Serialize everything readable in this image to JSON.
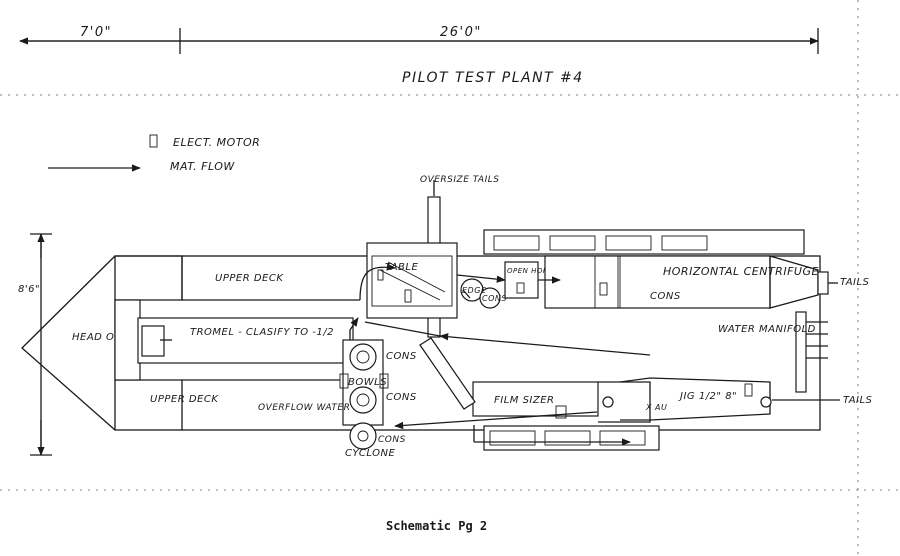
{
  "title": "PILOT TEST PLANT #4",
  "dimensions": {
    "front": "7'0\"",
    "main": "26'0\"",
    "width": "8'6\""
  },
  "legend": [
    {
      "symbol": "rectangle",
      "label": "ELECT. MOTOR"
    },
    {
      "symbol": "arrow",
      "label": "MAT. FLOW"
    }
  ],
  "labels": {
    "oversize_tails": "OVERSIZE TAILS",
    "upper_deck_top": "UPPER DECK",
    "upper_deck_bottom": "UPPER DECK",
    "table": "TABLE",
    "horizontal_centrifuge": "HORIZONTAL CENTRIFUGE",
    "centrifuge_cons": "CONS",
    "open_hopper": "OPEN HOPPER",
    "tails_top": "TAILS",
    "tails_bottom": "TAILS",
    "head_ore_feed": "HEAD ORE FEED",
    "trommel": "TROMEL - CLASIFY TO -1/2",
    "water_manifold": "WATER MANIFOLD",
    "bowls": "BOWLS",
    "cons_bowl_top": "CONS",
    "cons_bowl_bottom": "CONS",
    "cons_cyclone": "CONS",
    "cons_table": "CONS",
    "overflow_water": "OVERFLOW WATER",
    "cyclone": "CYCLONE",
    "film_sizer": "FILM SIZER",
    "jig": "JIG 1/2\" 8\"",
    "au": "X AU",
    "edge": "EDGE"
  },
  "caption": "Schematic Pg 2",
  "colors": {
    "ink": "#1a1a1a",
    "paper": "#ffffff"
  }
}
